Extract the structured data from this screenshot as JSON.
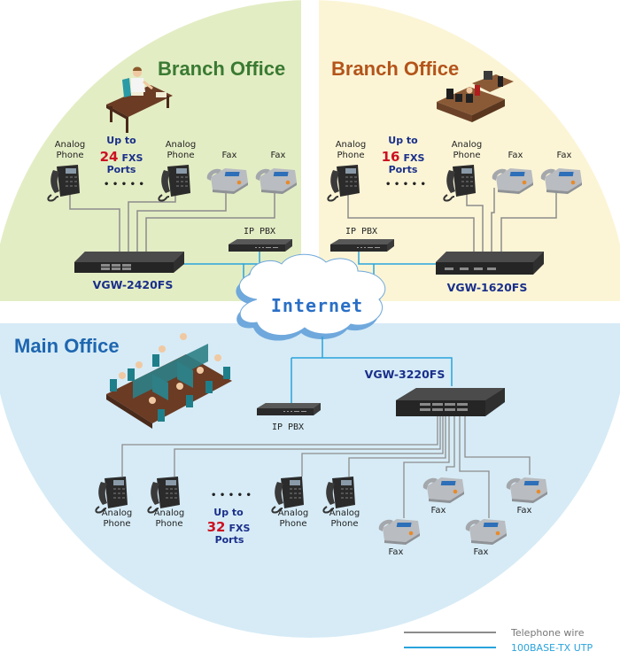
{
  "colors": {
    "branch_left_bg": "#e3edc4",
    "branch_right_bg": "#fbf5d6",
    "main_bg": "#d6ebf6",
    "branch_left_title": "#3a7a32",
    "branch_right_title": "#b4541a",
    "main_title": "#1e66b0",
    "telephone_wire": "#8c8c8c",
    "utp_wire": "#2aa3dc",
    "cloud_fill": "#ffffff",
    "cloud_shadow": "#6fa8dc"
  },
  "internet": {
    "label": "Internet"
  },
  "branch_left": {
    "title": "Branch Office",
    "device_model": "VGW-2420FS",
    "pbx_label": "IP PBX",
    "capacity": {
      "prefix": "Up to",
      "count": "24",
      "unit": "FXS",
      "suffix": "Ports"
    },
    "endpoints": [
      {
        "type": "phone",
        "label_line1": "Analog",
        "label_line2": "Phone"
      },
      {
        "type": "phone",
        "label_line1": "Analog",
        "label_line2": "Phone"
      },
      {
        "type": "fax",
        "label_line1": "Fax",
        "label_line2": ""
      },
      {
        "type": "fax",
        "label_line1": "Fax",
        "label_line2": ""
      }
    ],
    "ellipsis": "• • • • •"
  },
  "branch_right": {
    "title": "Branch Office",
    "device_model": "VGW-1620FS",
    "pbx_label": "IP PBX",
    "capacity": {
      "prefix": "Up to",
      "count": "16",
      "unit": "FXS",
      "suffix": "Ports"
    },
    "endpoints": [
      {
        "type": "phone",
        "label_line1": "Analog",
        "label_line2": "Phone"
      },
      {
        "type": "phone",
        "label_line1": "Analog",
        "label_line2": "Phone"
      },
      {
        "type": "fax",
        "label_line1": "Fax",
        "label_line2": ""
      },
      {
        "type": "fax",
        "label_line1": "Fax",
        "label_line2": ""
      }
    ],
    "ellipsis": "• • • • •"
  },
  "main": {
    "title": "Main Office",
    "device_model": "VGW-3220FS",
    "pbx_label": "IP PBX",
    "capacity": {
      "prefix": "Up to",
      "count": "32",
      "unit": "FXS",
      "suffix": "Ports"
    },
    "phones": [
      {
        "label_line1": "Analog",
        "label_line2": "Phone"
      },
      {
        "label_line1": "Analog",
        "label_line2": "Phone"
      },
      {
        "label_line1": "Analog",
        "label_line2": "Phone"
      },
      {
        "label_line1": "Analog",
        "label_line2": "Phone"
      }
    ],
    "faxes": [
      {
        "label": "Fax"
      },
      {
        "label": "Fax"
      },
      {
        "label": "Fax"
      },
      {
        "label": "Fax"
      }
    ],
    "ellipsis": "• • • • •"
  },
  "legend": {
    "items": [
      {
        "label": "Telephone wire",
        "kind": "telephone"
      },
      {
        "label": "100BASE-TX UTP",
        "kind": "utp"
      }
    ]
  }
}
